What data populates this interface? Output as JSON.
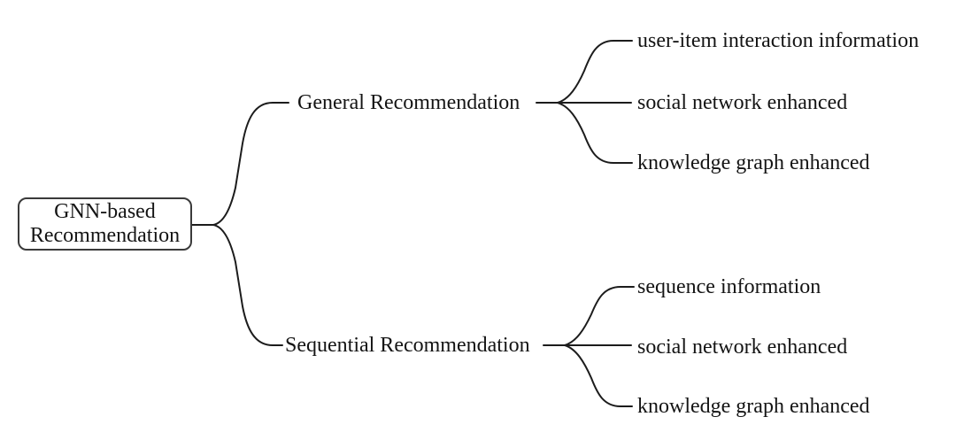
{
  "figure": {
    "background_color": "#ffffff",
    "line_color": "#1c1c1c",
    "text_color": "#141414",
    "root": {
      "line1": "GNN-based",
      "line2": "Recommendation"
    },
    "branches": [
      {
        "label": "General Recommendation",
        "children": [
          "user-item interaction information",
          "social network enhanced",
          "knowledge graph enhanced"
        ]
      },
      {
        "label": "Sequential Recommendation",
        "children": [
          "sequence information",
          "social network enhanced",
          "knowledge graph enhanced"
        ]
      }
    ]
  }
}
